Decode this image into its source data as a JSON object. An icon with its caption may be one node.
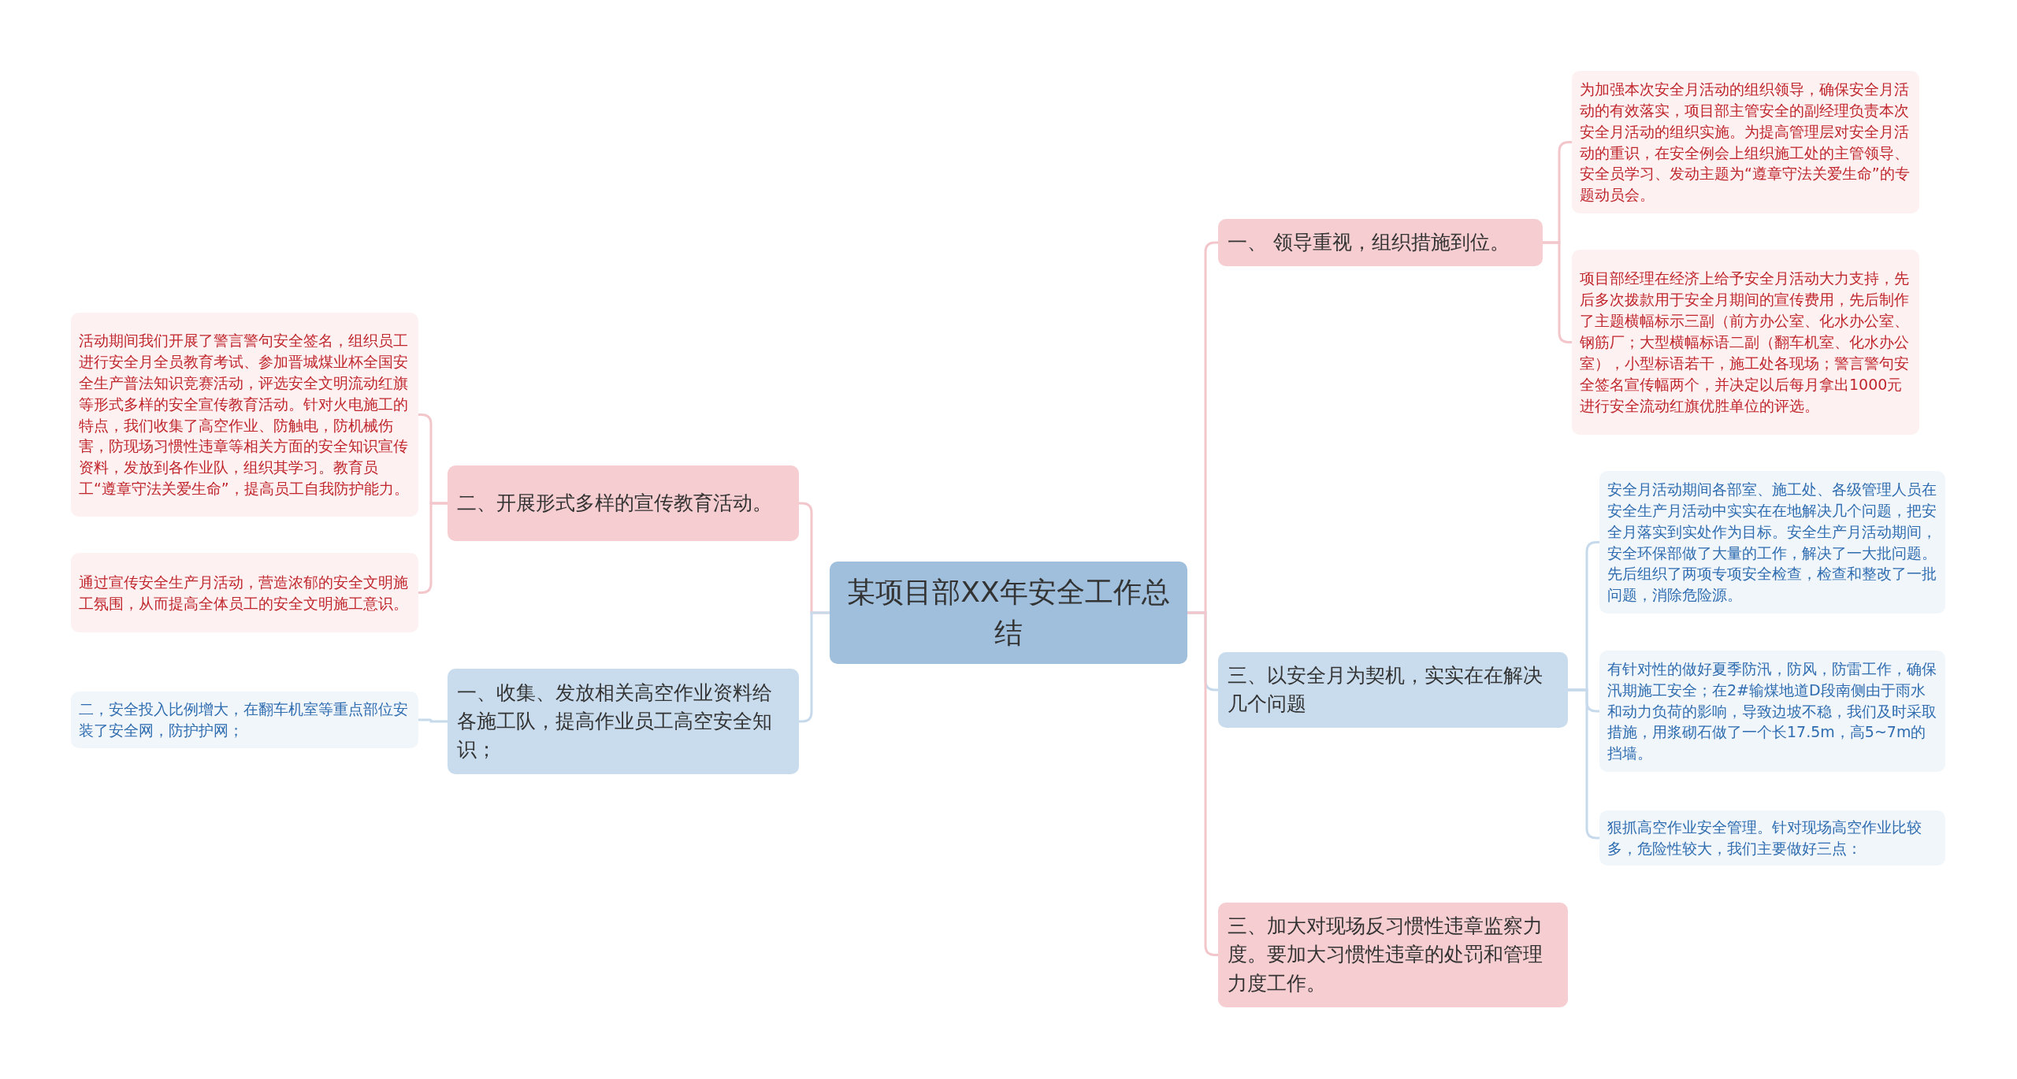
{
  "diagram": {
    "nodes": [
      {
        "text": [
          "某项目部XX年安全工作总结"
        ]
      },
      {
        "text": [
          "一、 领导重视，组织措施到位。"
        ]
      },
      {
        "text": [
          "为加强本次安全月活动的组织领导，确保安全月活动的有效落实，项目部主管安全的副经理负责本次安全月活动的组织实施。为提高管理层对安全月活动的重识，在安全例会上组织施工处的主管领导、安全员学习、发动主题为“遵章守法关爱生命”的专题动员会。"
        ]
      },
      {
        "text": [
          "项目部经理在经济上给予安全月活动大力支持，先后多次拨款用于安全月期间的宣传费用，先后制作了主题横幅标示三副（前方办公室、化水办公室、钢筋厂；大型横幅标语二副（翻车机室、化水办公室），小型标语若干，施工处各现场；警言警句安全签名宣传幅两个，并决定以后每月拿出1000元进行安全流动红旗优胜单位的评选。"
        ]
      },
      {
        "text": [
          "三、以安全月为契机，实实在在解决几个问题"
        ]
      },
      {
        "text": [
          "安全月活动期间各部室、施工处、各级管理人员在安全生产月活动中实实在在地解决几个问题，把安全月落实到实处作为目标。安全生产月活动期间，安全环保部做了大量的工作，解决了一大批问题。先后组织了两项专项安全检查，检查和整改了一批问题，消除危险源。"
        ]
      },
      {
        "text": [
          "有针对性的做好夏季防汛，防风，防雷工作，确保汛期施工安全；在2#输煤地道D段南侧由于雨水和动力负荷的影响，导致边坡不稳，我们及时采取措施，用浆砌石做了一个长17.5m，高5~7m的挡墙。"
        ]
      },
      {
        "text": [
          "狠抓高空作业安全管理。针对现场高空作业比较多，危险性较大，我们主要做好三点："
        ]
      },
      {
        "text": [
          "三、加大对现场反习惯性违章监察力度。要加大习惯性违章的处罚和管理力度工作。"
        ]
      },
      {
        "text": [
          "二、开展形式多样的宣传教育活动。"
        ]
      },
      {
        "text": [
          "活动期间我们开展了警言警句安全签名，组织员工进行安全月全员教育考试、参加晋城煤业杯全国安全生产普法知识竞赛活动，评选安全文明流动红旗等形式多样的安全宣传教育活动。针对火电施工的特点，我们收集了高空作业、防触电，防机械伤害，防现场习惯性违章等相关方面的安全知识宣传资料，发放到各作业队，组织其学习。教育员工“遵章守法关爱生命”，提高员工自我防护能力。"
        ]
      },
      {
        "text": [
          "通过宣传安全生产月活动，营造浓郁的安全文明施工氛围，从而提高全体员工的安全文明施工意识。"
        ]
      },
      {
        "text": [
          "一、收集、发放相关高空作业资料给各施工队，提高作业员工高空安全知识；"
        ]
      },
      {
        "text": [
          "二，安全投入比例增大，在翻车机室等重点部位安装了安全网，防护护网；"
        ]
      }
    ],
    "edges": [
      {
        "from": 0,
        "to": 1,
        "arrow": "none"
      },
      {
        "from": 1,
        "to": 2,
        "arrow": "none"
      },
      {
        "from": 1,
        "to": 3,
        "arrow": "none"
      },
      {
        "from": 0,
        "to": 4,
        "arrow": "none",
        "color": "#c6daec"
      },
      {
        "from": 4,
        "to": 5,
        "arrow": "none",
        "color": "#c6daec"
      },
      {
        "from": 4,
        "to": 6,
        "arrow": "none",
        "color": "#c6daec"
      },
      {
        "from": 4,
        "to": 7,
        "arrow": "none",
        "color": "#c6daec"
      },
      {
        "from": 0,
        "to": 8,
        "arrow": "none"
      },
      {
        "from": 0,
        "to": 9,
        "arrow": "none"
      },
      {
        "from": 9,
        "to": 10,
        "arrow": "none"
      },
      {
        "from": 9,
        "to": 11,
        "arrow": "none"
      },
      {
        "from": 0,
        "to": 12,
        "arrow": "none",
        "color": "#c6daec"
      },
      {
        "from": 12,
        "to": 13,
        "arrow": "none",
        "color": "#c6daec"
      }
    ]
  }
}
